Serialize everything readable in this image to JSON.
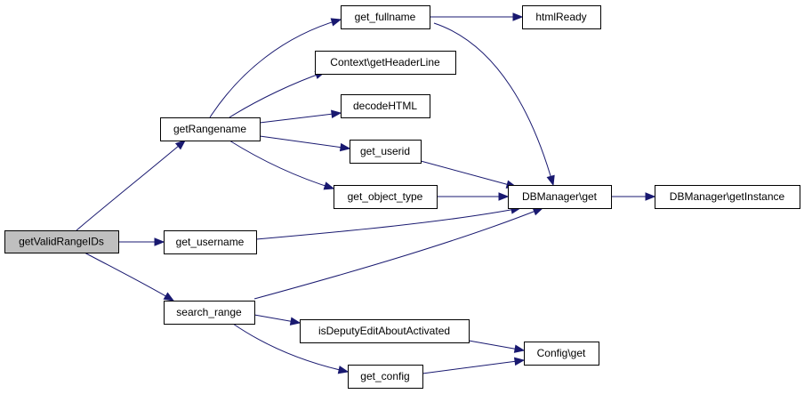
{
  "graph": {
    "nodes": {
      "getValidRangeIDs": "getValidRangeIDs",
      "getRangename": "getRangename",
      "get_username": "get_username",
      "search_range": "search_range",
      "get_fullname": "get_fullname",
      "context_getHeaderLine": "Context\\getHeaderLine",
      "decodeHTML": "decodeHTML",
      "get_userid": "get_userid",
      "get_object_type": "get_object_type",
      "htmlReady": "htmlReady",
      "dbmanager_get": "DBManager\\get",
      "dbmanager_getInstance": "DBManager\\getInstance",
      "isDeputyEditAboutActivated": "isDeputyEditAboutActivated",
      "get_config": "get_config",
      "config_get": "Config\\get"
    },
    "edges": [
      [
        "getValidRangeIDs",
        "getRangename"
      ],
      [
        "getValidRangeIDs",
        "get_username"
      ],
      [
        "getValidRangeIDs",
        "search_range"
      ],
      [
        "getRangename",
        "get_fullname"
      ],
      [
        "getRangename",
        "context_getHeaderLine"
      ],
      [
        "getRangename",
        "decodeHTML"
      ],
      [
        "getRangename",
        "get_userid"
      ],
      [
        "getRangename",
        "get_object_type"
      ],
      [
        "get_fullname",
        "htmlReady"
      ],
      [
        "get_fullname",
        "dbmanager_get"
      ],
      [
        "get_userid",
        "dbmanager_get"
      ],
      [
        "get_object_type",
        "dbmanager_get"
      ],
      [
        "get_username",
        "dbmanager_get"
      ],
      [
        "search_range",
        "dbmanager_get"
      ],
      [
        "search_range",
        "isDeputyEditAboutActivated"
      ],
      [
        "search_range",
        "get_config"
      ],
      [
        "dbmanager_get",
        "dbmanager_getInstance"
      ],
      [
        "isDeputyEditAboutActivated",
        "config_get"
      ],
      [
        "get_config",
        "config_get"
      ]
    ]
  },
  "colors": {
    "edge": "#191970",
    "root_fill": "#bfbfbf",
    "node_fill": "#ffffff",
    "node_stroke": "#000000"
  }
}
